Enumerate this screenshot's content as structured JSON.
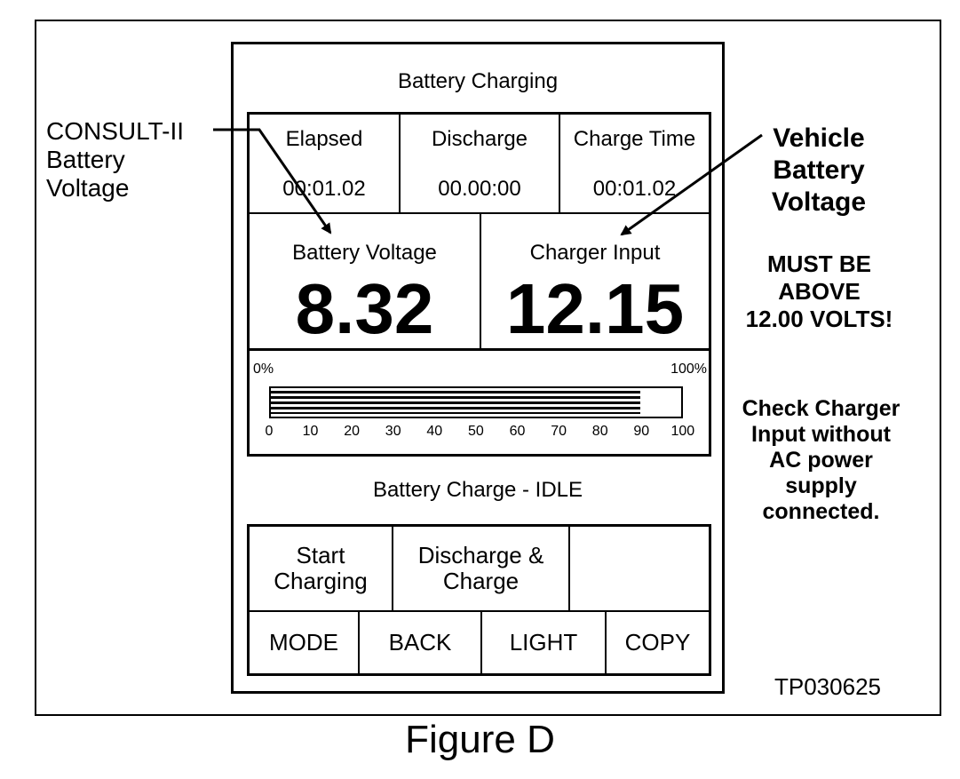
{
  "screen": {
    "title": "Battery Charging",
    "timers": [
      {
        "label": "Elapsed",
        "value": "00:01.02"
      },
      {
        "label": "Discharge",
        "value": "00.00:00"
      },
      {
        "label": "Charge Time",
        "value": "00:01.02"
      }
    ],
    "readings": [
      {
        "label": "Battery Voltage",
        "value": "8.32"
      },
      {
        "label": "Charger Input",
        "value": "12.15"
      }
    ],
    "progress": {
      "min_label": "0%",
      "max_label": "100%",
      "ticks": [
        "0",
        "10",
        "20",
        "30",
        "40",
        "50",
        "60",
        "70",
        "80",
        "90",
        "100"
      ],
      "percent": 90
    },
    "status": "Battery Charge - IDLE",
    "action_buttons": [
      "Start\nCharging",
      "Discharge &\nCharge",
      ""
    ],
    "nav_buttons": [
      "MODE",
      "BACK",
      "LIGHT",
      "COPY"
    ]
  },
  "annotations": {
    "consult_label": "CONSULT-II\nBattery\nVoltage",
    "vehicle_label": "Vehicle\nBattery\nVoltage",
    "warning": "MUST BE\nABOVE\n12.00 VOLTS!",
    "check_note": "Check Charger\nInput without\nAC power\nsupply\nconnected."
  },
  "figure": {
    "code": "TP030625",
    "caption": "Figure D"
  }
}
